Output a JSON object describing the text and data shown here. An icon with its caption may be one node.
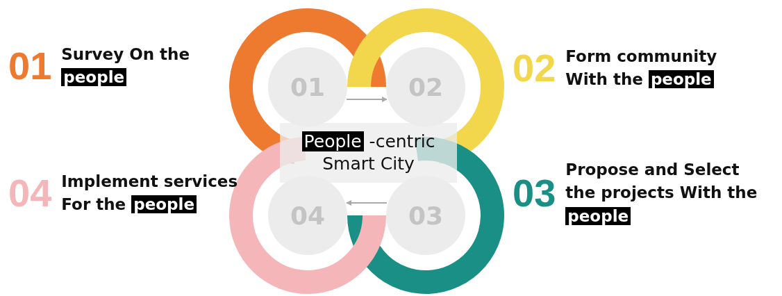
{
  "diagram": {
    "nodes": [
      {
        "text": [
          "01",
          "Survey On the **people**"
        ]
      },
      {
        "text": [
          "01"
        ]
      },
      {
        "text": [
          "02"
        ]
      },
      {
        "text": [
          "02",
          "Form community With the **people**"
        ]
      },
      {
        "text": [
          "**People** -centric Smart City"
        ]
      },
      {
        "text": [
          "04",
          "Implement services For the **people**"
        ]
      },
      {
        "text": [
          "04"
        ]
      },
      {
        "text": [
          "03"
        ]
      },
      {
        "text": [
          "03",
          "Propose and Select the projects With the **people**"
        ]
      }
    ],
    "edges": [
      {
        "from": 1,
        "to": 2,
        "arrow": "to"
      },
      {
        "from": 7,
        "to": 6,
        "arrow": "to"
      }
    ]
  }
}
